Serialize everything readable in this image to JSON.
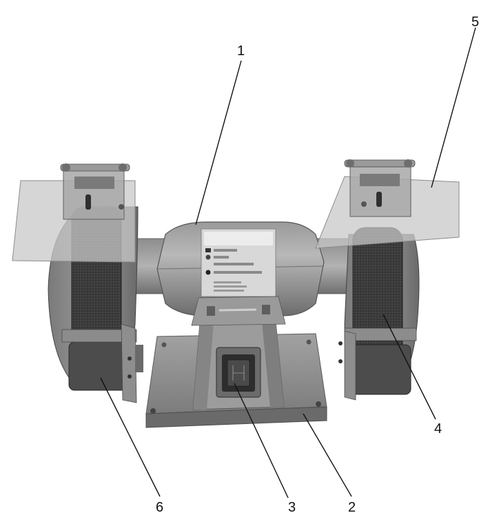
{
  "callouts": [
    {
      "id": "1",
      "label": "1"
    },
    {
      "id": "2",
      "label": "2"
    },
    {
      "id": "3",
      "label": "3"
    },
    {
      "id": "4",
      "label": "4"
    },
    {
      "id": "5",
      "label": "5"
    },
    {
      "id": "6",
      "label": "6"
    }
  ],
  "colors": {
    "background": "#ffffff",
    "metal_light": "#a9a9a9",
    "metal_mid": "#8c8c8c",
    "metal_dark": "#5e5e5e",
    "wheel": "#3a3a3a",
    "shield": "#cfcfcf",
    "label_plate": "#e6e6e6",
    "ink": "#111111"
  }
}
